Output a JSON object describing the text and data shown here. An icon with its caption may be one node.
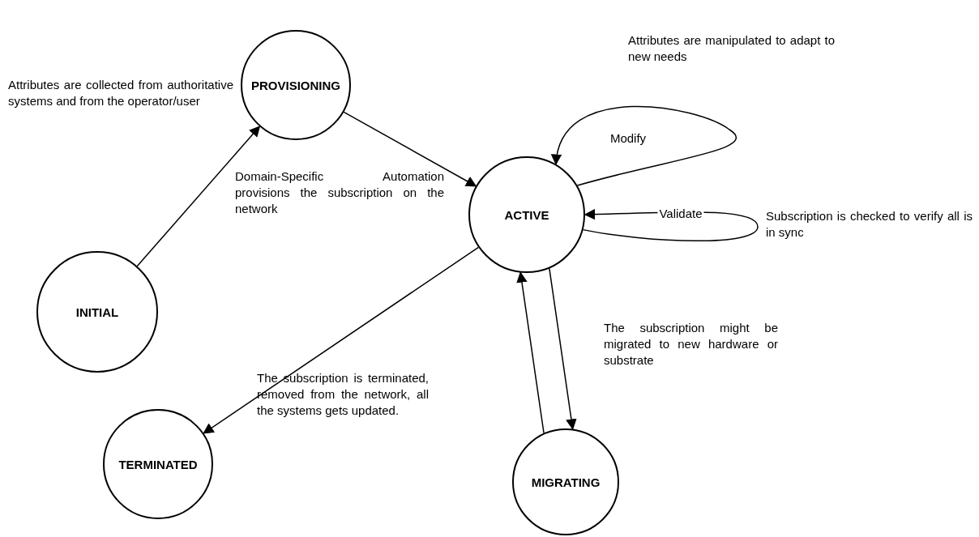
{
  "diagram": {
    "nodes": [
      {
        "text": [
          "INITIAL"
        ]
      },
      {
        "text": [
          "PROVISIONING"
        ]
      },
      {
        "text": [
          "ACTIVE"
        ]
      },
      {
        "text": [
          "TERMINATED"
        ]
      },
      {
        "text": [
          "MIGRATING"
        ]
      }
    ],
    "edges": [
      {
        "from": 0,
        "to": 1,
        "arrow": "to"
      },
      {
        "from": 1,
        "to": 2,
        "arrow": "to"
      },
      {
        "from": 2,
        "to": 2,
        "arrow": "to",
        "label": "Modify"
      },
      {
        "from": 2,
        "to": 2,
        "arrow": "to",
        "label": "Validate"
      },
      {
        "from": 2,
        "to": 3,
        "arrow": "to"
      },
      {
        "from": 2,
        "to": 4,
        "arrow": "to"
      },
      {
        "from": 4,
        "to": 2,
        "arrow": "to"
      }
    ],
    "labels": [
      "Attributes are collected from authoritative systems and from the operator/user",
      "Attributes are manipulated to adapt to new needs",
      "Domain-Specific Automation provisions the subscription on the network",
      "Subscription is checked to verify all is in sync",
      "The subscription might be migrated to new hardware or substrate",
      "The subscription is terminated, removed from the network, all the systems gets updated."
    ]
  }
}
